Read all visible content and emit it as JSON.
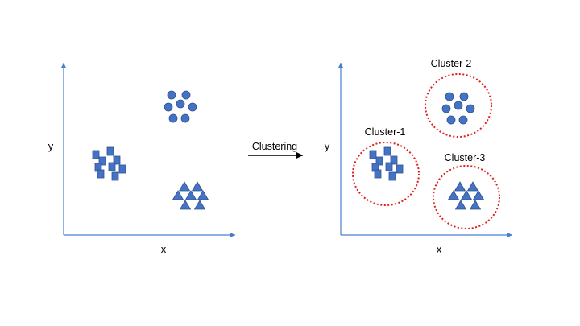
{
  "left_plot": {
    "x_label": "x",
    "y_label": "y"
  },
  "right_plot": {
    "x_label": "x",
    "y_label": "y",
    "clusters": [
      {
        "label": "Cluster-1",
        "marker": "square"
      },
      {
        "label": "Cluster-2",
        "marker": "circle"
      },
      {
        "label": "Cluster-3",
        "marker": "triangle"
      }
    ]
  },
  "transition": {
    "label": "Clustering"
  },
  "colors": {
    "axis": "#4a7fd0",
    "marker_fill": "#4472c4",
    "marker_stroke": "#2f528f",
    "cluster_ring": "#e02020",
    "arrow": "#000000"
  }
}
